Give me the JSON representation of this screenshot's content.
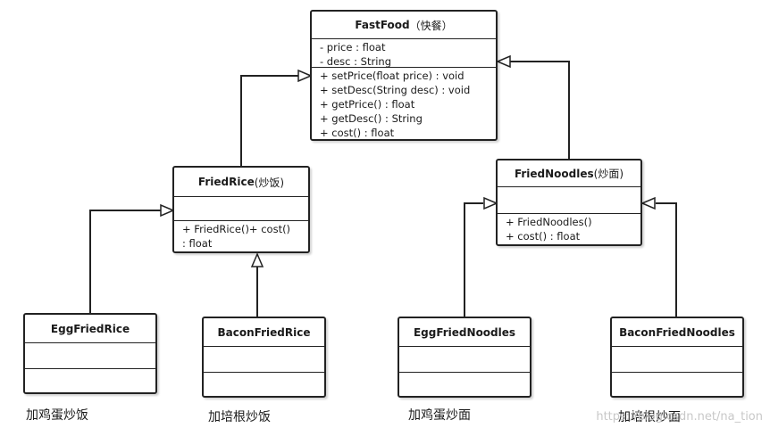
{
  "classes": {
    "fastfood": {
      "name": "FastFood",
      "cn": "（快餐）",
      "attributes": [
        "- price : float",
        "- desc : String"
      ],
      "methods": [
        "+ setPrice(float price) : void",
        "+ setDesc(String desc) : void",
        "+ getPrice() : float",
        "+ getDesc() : String",
        "+ cost() : float"
      ]
    },
    "friedrice": {
      "name": "FriedRice",
      "cn": "(炒饭)",
      "attributes": [],
      "methods": [
        "+ FriedRice()+ cost()",
        ": float"
      ]
    },
    "friednoodles": {
      "name": "FriedNoodles",
      "cn": "(炒面)",
      "attributes": [],
      "methods": [
        "+ FriedNoodles()",
        "+ cost() : float"
      ]
    },
    "eggfriedrice": {
      "name": "EggFriedRice"
    },
    "baconfriedrice": {
      "name": "BaconFriedRice"
    },
    "eggfriednoodles": {
      "name": "EggFriedNoodles"
    },
    "baconfriednoodles": {
      "name": "BaconFriedNoodles"
    }
  },
  "captions": {
    "egg_fried_rice": "加鸡蛋炒饭",
    "bacon_fried_rice": "加培根炒饭",
    "egg_fried_noodles": "加鸡蛋炒面",
    "bacon_fried_noodles": "加培根炒面"
  },
  "watermark": "https://blog.csdn.net/na_tion"
}
